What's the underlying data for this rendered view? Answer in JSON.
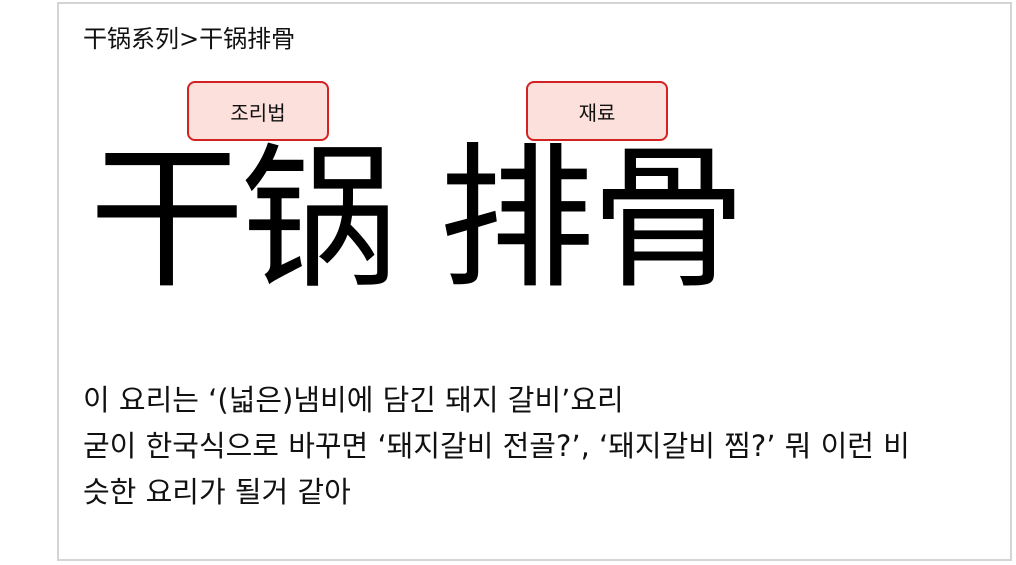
{
  "breadcrumb": "干锅系列>干锅排骨",
  "buttons": {
    "recipe_label": "조리법",
    "ingredients_label": "재료"
  },
  "dish": {
    "name": "干锅 排骨"
  },
  "description": {
    "lines": [
      "이 요리는 ‘(넓은)냄비에 담긴 돼지 갈비’요리",
      "굳이 한국식으로 바꾸면 ‘돼지갈비 전골?’, ‘돼지갈비 찜?’ 뭐 이런 비",
      "슷한 요리가 될거 같아"
    ]
  },
  "colors": {
    "button_border": "#d32222",
    "button_fill": "#fbe0dc",
    "frame_border": "#d4d4d4"
  }
}
